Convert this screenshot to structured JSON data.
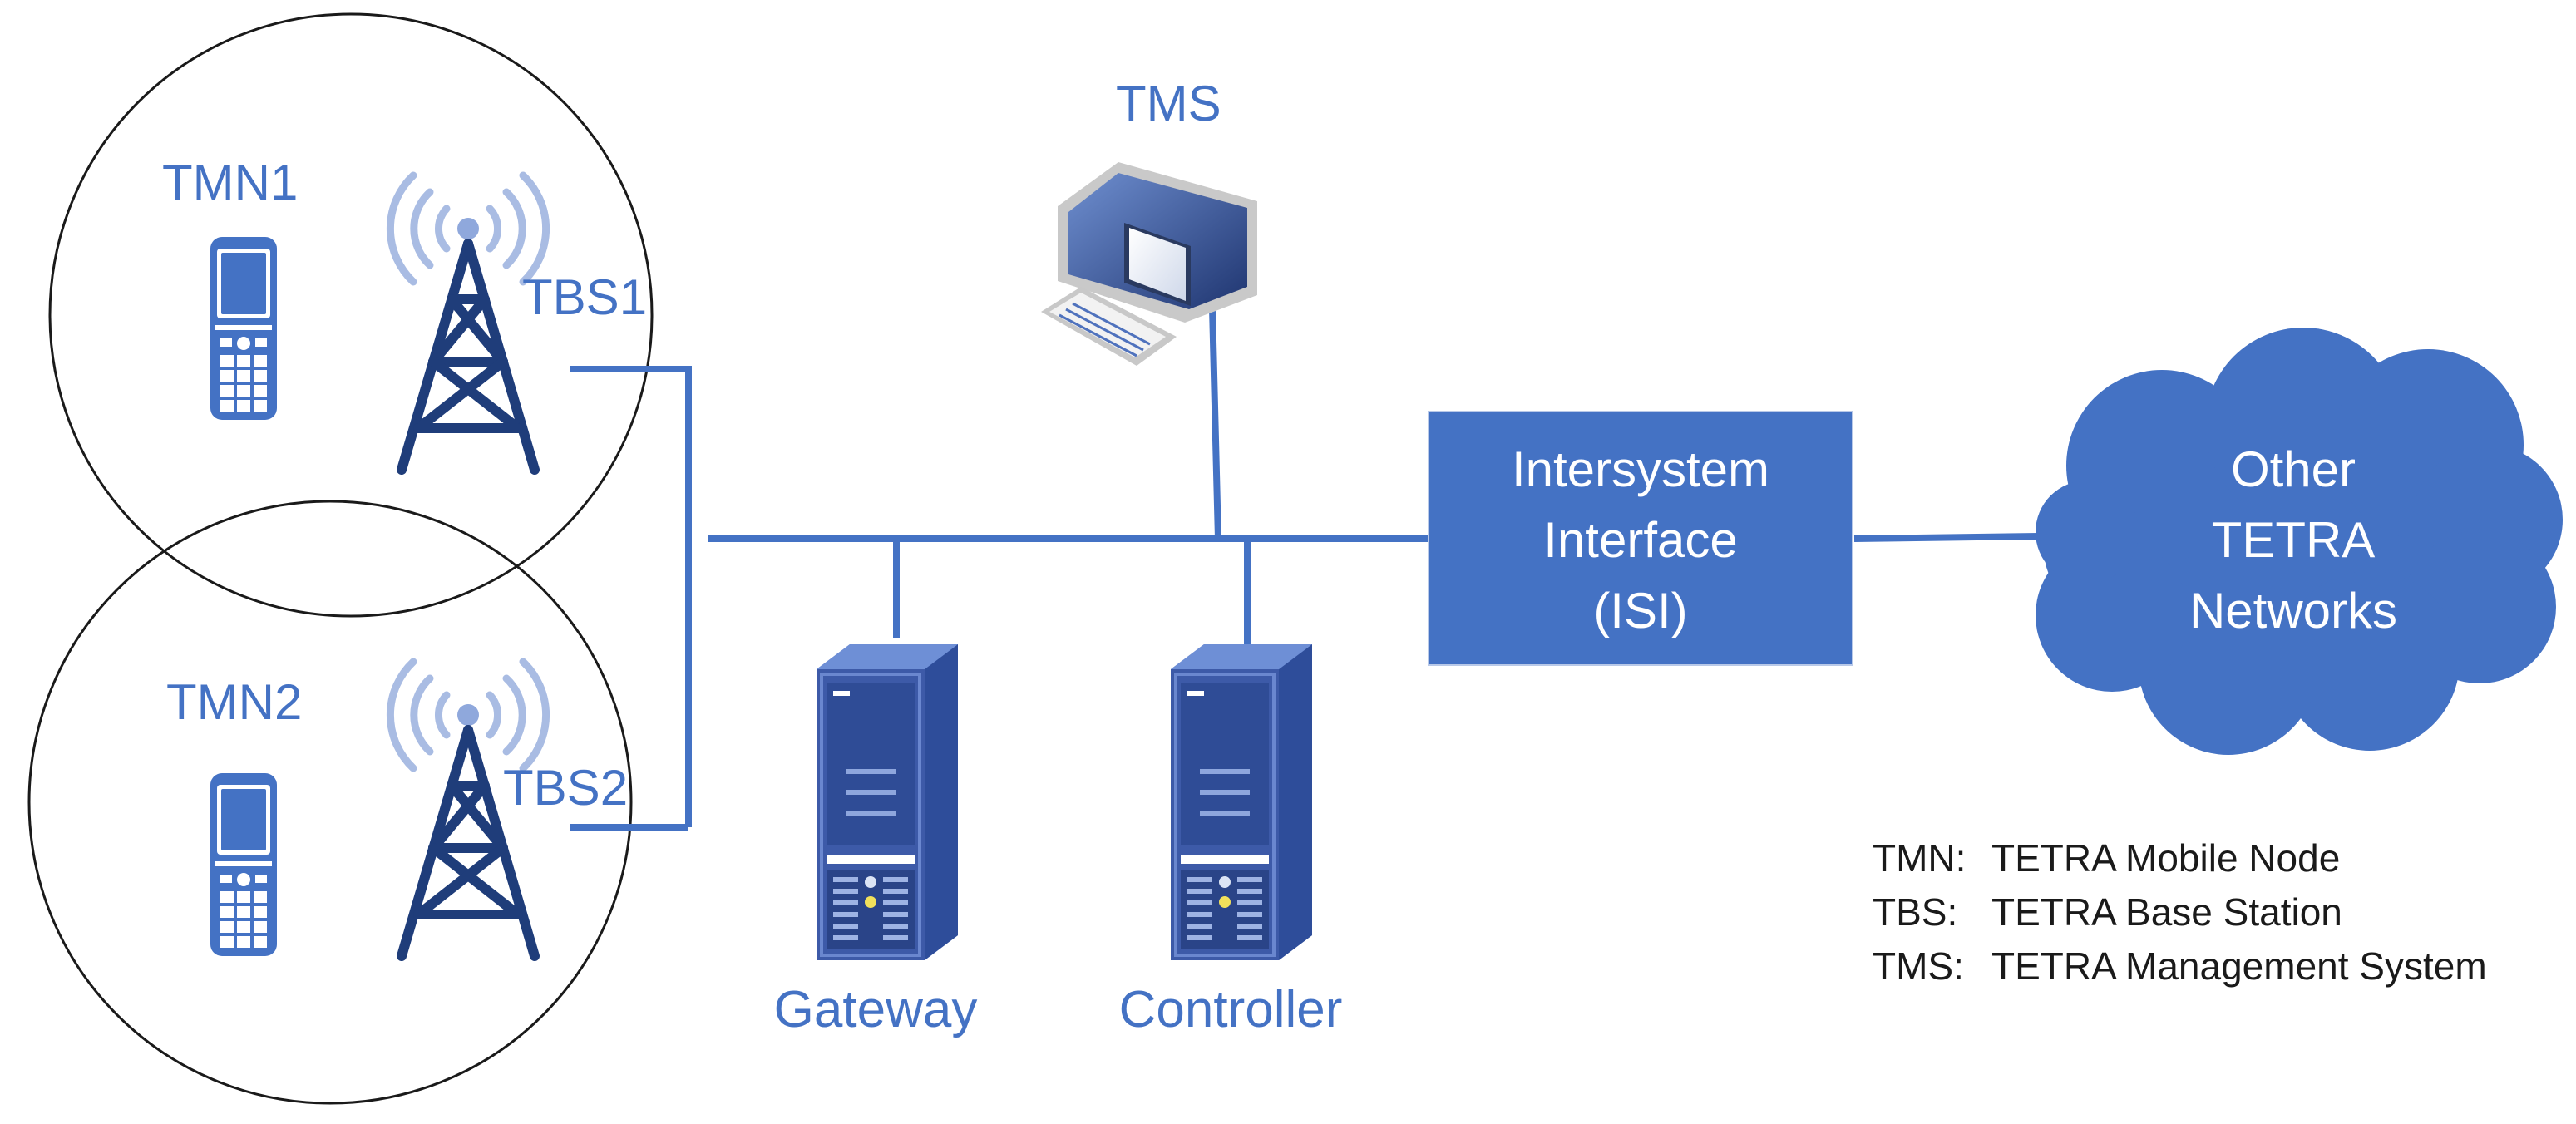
{
  "colors": {
    "accent": "#4472c4",
    "tower": "#1f3d7a",
    "server": "#3d5aa8",
    "cell": "#1a1a1a"
  },
  "cells": [
    {
      "node_label": "TMN1",
      "station_label": "TBS1"
    },
    {
      "node_label": "TMN2",
      "station_label": "TBS2"
    }
  ],
  "tms": {
    "label": "TMS"
  },
  "gateway": {
    "label": "Gateway"
  },
  "controller": {
    "label": "Controller"
  },
  "isi": {
    "lines": [
      "Intersystem",
      "Interface",
      "(ISI)"
    ]
  },
  "cloud": {
    "lines": [
      "Other",
      "TETRA",
      "Networks"
    ]
  },
  "legend": [
    {
      "abbr": "TMN:",
      "text": "TETRA Mobile Node"
    },
    {
      "abbr": "TBS:",
      "text": "TETRA Base Station"
    },
    {
      "abbr": "TMS:",
      "text": "TETRA Management System"
    }
  ]
}
